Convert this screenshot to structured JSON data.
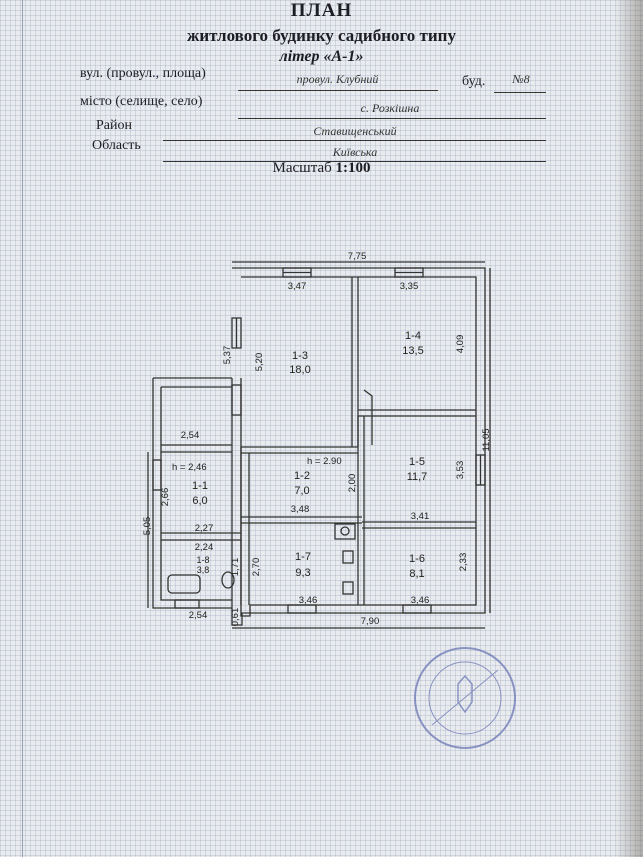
{
  "header": {
    "title": "ПЛАН",
    "subtitle": "житлового будинку садибного типу",
    "liter": "літер «А-1»"
  },
  "form": {
    "street_label": "вул. (провул., площа)",
    "street_value": "провул. Клубний",
    "building_label": "буд.",
    "building_value": "№8",
    "city_label": "місто (селище, село)",
    "city_value": "с. Розкішна",
    "district_label": "Район",
    "district_value": "Ставищенський",
    "region_label": "Область",
    "region_value": "Київська"
  },
  "scale": {
    "label": "Масштаб",
    "value": "1:100"
  },
  "plan": {
    "rooms": [
      {
        "id": "1-3",
        "area": "18,0"
      },
      {
        "id": "1-4",
        "area": "13,5"
      },
      {
        "id": "1-1",
        "area": "6,0"
      },
      {
        "id": "1-2",
        "area": "7,0"
      },
      {
        "id": "1-5",
        "area": "11,7"
      },
      {
        "id": "1-8",
        "area": "3,8"
      },
      {
        "id": "1-7",
        "area": "9,3"
      },
      {
        "id": "1-6",
        "area": "8,1"
      }
    ],
    "heights": {
      "h1": "h = 2,46",
      "h2": "h = 2.90"
    },
    "dimensions": {
      "top_total": "7,75",
      "top_1_3": "3,47",
      "top_1_4": "3,35",
      "left_upper": "5,37",
      "inner_1_3": "5,20",
      "inner_1_4": "4,09",
      "right_total": "11,05",
      "ext_top": "2,54",
      "ext_left": "5,05",
      "room_1_1_h": "2,66",
      "w_2_27": "2,27",
      "w_2_24": "2,24",
      "h_1_71": "1,71",
      "ext_bottom": "2,54",
      "offset_061": "0,61",
      "bottom_total": "7,90",
      "w_3_48": "3,48",
      "h_2_00": "2,00",
      "h_3_53": "3,53",
      "w_3_41": "3,41",
      "h_2_70": "2,70",
      "h_2_33": "2,33",
      "bot_1_7": "3,46",
      "bot_1_6": "3,46"
    }
  }
}
